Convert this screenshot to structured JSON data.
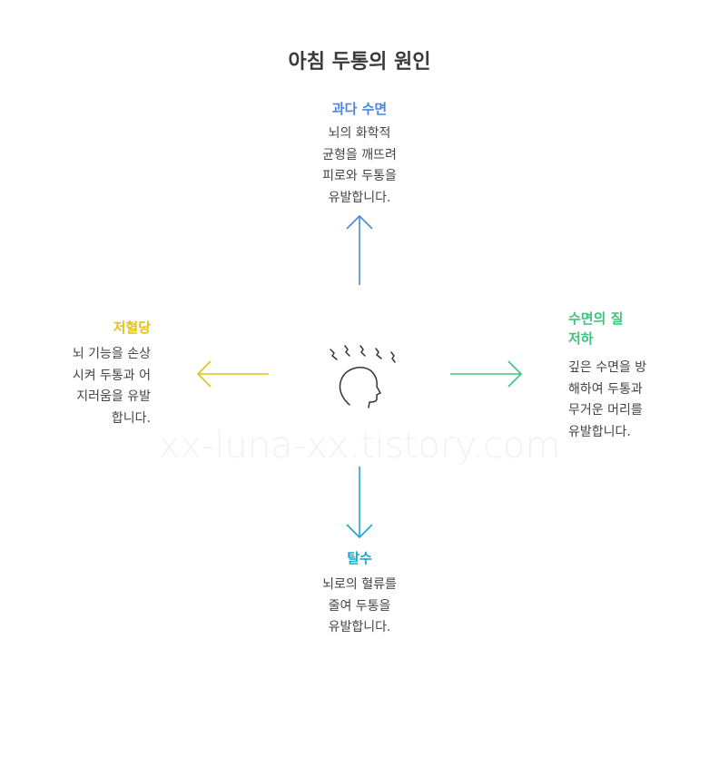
{
  "title": "아침 두통의 원인",
  "watermark": "xx-luna-xx.tistory.com",
  "center_icon": "headache-head-icon",
  "causes": {
    "top": {
      "label": "과다 수면",
      "color": "#4a88e0",
      "desc": "뇌의 화학적\n균형을 깨뜨려\n피로와 두통을\n유발합니다."
    },
    "right": {
      "label": "수면의 질\n저하",
      "color": "#3ec47c",
      "desc": "깊은 수면을 방\n해하여 두통과\n무거운 머리를\n유발합니다."
    },
    "bottom": {
      "label": "탈수",
      "color": "#1aa6d6",
      "desc": "뇌로의 혈류를\n줄여 두통을\n유발합니다."
    },
    "left": {
      "label": "저혈당",
      "color": "#e0c21a",
      "desc": "뇌 기능을 손상\n시켜 두통과 어\n지러움을 유발\n합니다."
    }
  }
}
